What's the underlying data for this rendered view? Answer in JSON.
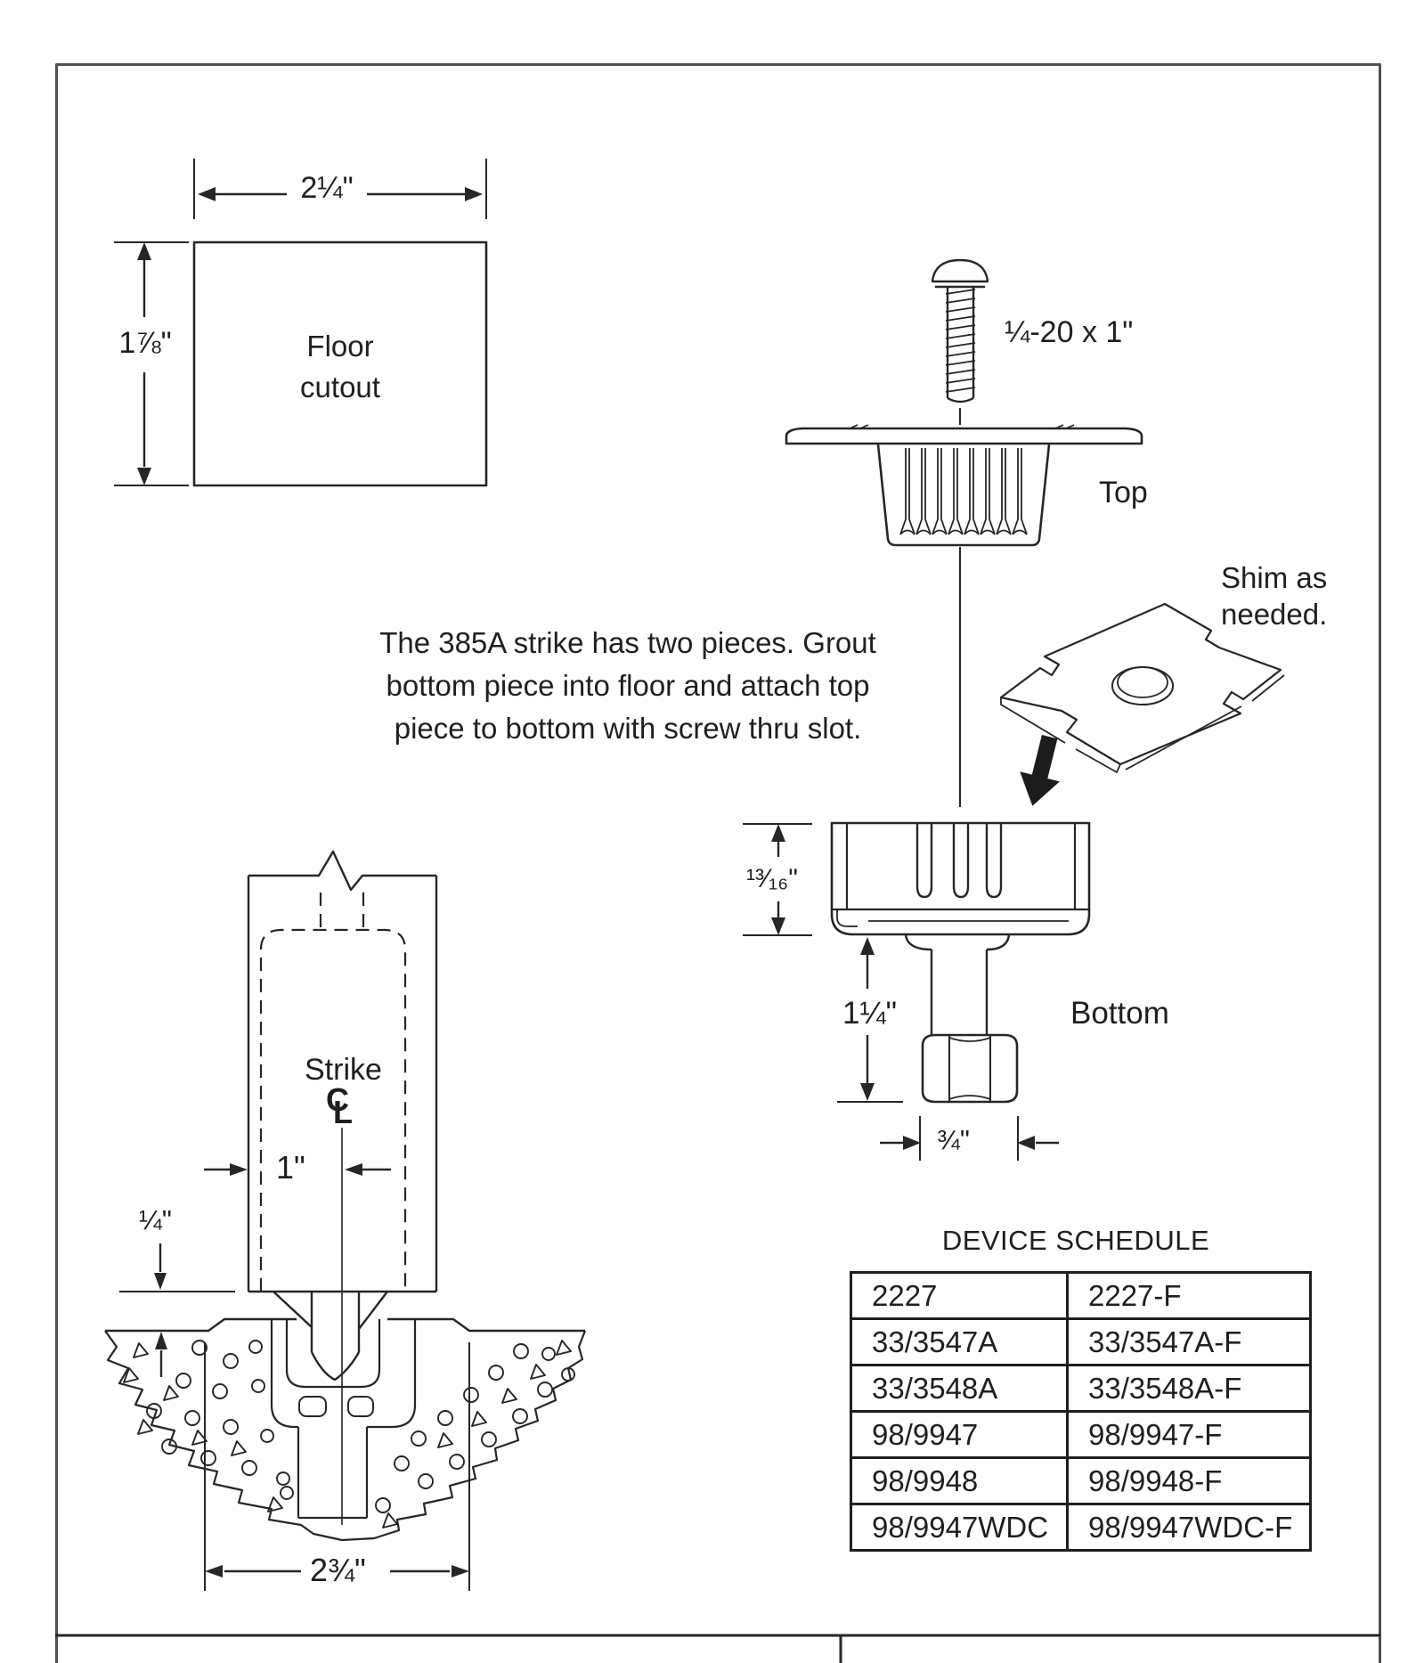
{
  "page": {
    "floor_cutout": {
      "width_dim": "2¼\"",
      "height_dim": "1⅞\"",
      "label_line1": "Floor",
      "label_line2": "cutout"
    },
    "screw": {
      "label": "¼-20 x 1\""
    },
    "top_piece": {
      "label": "Top"
    },
    "shim": {
      "note_line1": "Shim as",
      "note_line2": "needed."
    },
    "instruction": {
      "line1": "The 385A strike has two pieces. Grout",
      "line2": "bottom piece into floor and attach top",
      "line3": "piece to bottom with screw thru slot."
    },
    "bottom_piece": {
      "height_dim": "¹³⁄₁₆\"",
      "stem_dim": "1¼\"",
      "nut_dim": "¾\"",
      "label": "Bottom"
    },
    "cross_section": {
      "strike_label": "Strike",
      "centerline_c": "C",
      "centerline_l": "L",
      "offset_dim": "1\"",
      "undercut_dim": "¼\"",
      "width_dim": "2¾\""
    },
    "device_schedule": {
      "title": "DEVICE SCHEDULE",
      "rows": [
        [
          "2227",
          "2227-F"
        ],
        [
          "33/3547A",
          "33/3547A-F"
        ],
        [
          "33/3548A",
          "33/3548A-F"
        ],
        [
          "98/9947",
          "98/9947-F"
        ],
        [
          "98/9948",
          "98/9948-F"
        ],
        [
          "98/9947WDC",
          "98/9947WDC-F"
        ]
      ]
    },
    "colors": {
      "line": "#262626",
      "border": "#4f4f4f"
    }
  }
}
